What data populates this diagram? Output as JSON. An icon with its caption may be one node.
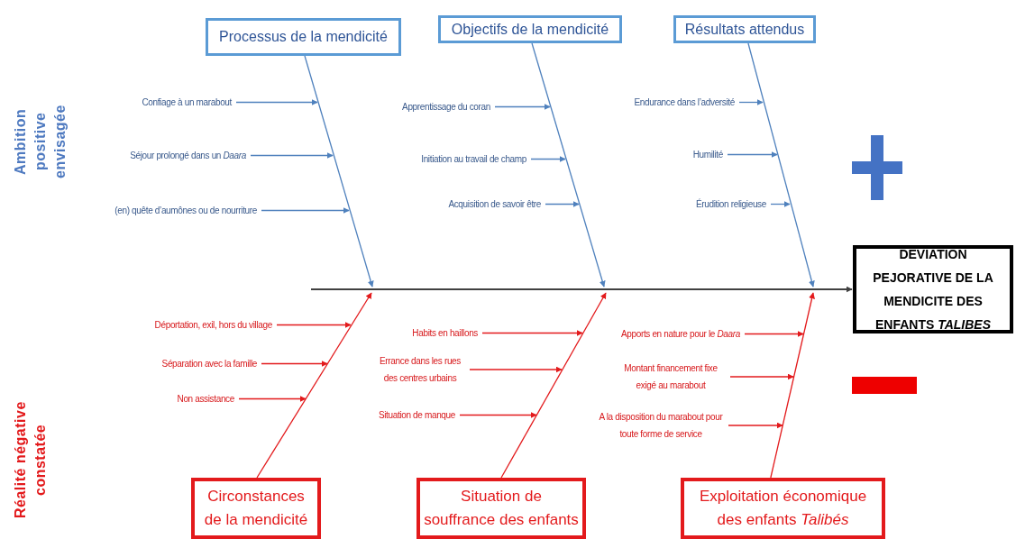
{
  "diagram": {
    "nodes": [
      {
        "text": [
          "Processus de la mendicité"
        ]
      },
      {
        "text": [
          "Objectifs de la mendicité"
        ]
      },
      {
        "text": [
          "Résultats attendus"
        ]
      },
      {
        "text": [
          "Confiage à un marabout"
        ]
      },
      {
        "text": [
          "Séjour prolongé dans un *Daara*"
        ]
      },
      {
        "text": [
          "(en) quête d’aumônes ou de nourriture"
        ]
      },
      {
        "text": [
          "Apprentissage du coran"
        ]
      },
      {
        "text": [
          "Initiation au travail de champ"
        ]
      },
      {
        "text": [
          "Acquisition de savoir être"
        ]
      },
      {
        "text": [
          "Endurance dans l’adversité"
        ]
      },
      {
        "text": [
          "Humilité"
        ]
      },
      {
        "text": [
          "Érudition religieuse"
        ]
      },
      {
        "text": [
          "DEVIATION PEJORATIVE DE LA MENDICITE DES ENFANTS *TALIBES*"
        ]
      },
      {
        "text": [
          "Déportation, exil, hors du village"
        ]
      },
      {
        "text": [
          "Séparation avec la famille"
        ]
      },
      {
        "text": [
          "Non assistance"
        ]
      },
      {
        "text": [
          "Habits en haillons"
        ]
      },
      {
        "text": [
          "Errance dans les rues des centres urbains"
        ]
      },
      {
        "text": [
          "Situation de manque"
        ]
      },
      {
        "text": [
          "Apports en nature pour le *Daara*"
        ]
      },
      {
        "text": [
          "Montant financement fixe exigé au marabout"
        ]
      },
      {
        "text": [
          "A la disposition du marabout pour toute forme de service"
        ]
      },
      {
        "text": [
          "Circonstances de la mendicité"
        ]
      },
      {
        "text": [
          "Situation de souffrance des enfants"
        ]
      },
      {
        "text": [
          "Exploitation économique des enfants *Talibés*"
        ]
      }
    ],
    "edges": [
      {
        "from": 0,
        "to": null,
        "arrow": "to"
      },
      {
        "from": 3,
        "to": null,
        "arrow": "to"
      },
      {
        "from": 4,
        "to": null,
        "arrow": "to"
      },
      {
        "from": 5,
        "to": null,
        "arrow": "to"
      },
      {
        "from": 1,
        "to": null,
        "arrow": "to"
      },
      {
        "from": 6,
        "to": null,
        "arrow": "to"
      },
      {
        "from": 7,
        "to": null,
        "arrow": "to"
      },
      {
        "from": 8,
        "to": null,
        "arrow": "to"
      },
      {
        "from": 2,
        "to": null,
        "arrow": "to"
      },
      {
        "from": 9,
        "to": null,
        "arrow": "to"
      },
      {
        "from": 10,
        "to": null,
        "arrow": "to"
      },
      {
        "from": 11,
        "to": null,
        "arrow": "to"
      },
      {
        "from": null,
        "to": 12,
        "arrow": "to",
        "color": "#404040"
      },
      {
        "from": 22,
        "to": null,
        "arrow": "to",
        "color": "#e31a1c"
      },
      {
        "from": 13,
        "to": null,
        "arrow": "to",
        "color": "#e31a1c"
      },
      {
        "from": 14,
        "to": null,
        "arrow": "to",
        "color": "#e31a1c"
      },
      {
        "from": 15,
        "to": null,
        "arrow": "to",
        "color": "#e31a1c"
      },
      {
        "from": 23,
        "to": null,
        "arrow": "to",
        "color": "#e31a1c"
      },
      {
        "from": 16,
        "to": null,
        "arrow": "to",
        "color": "#e31a1c"
      },
      {
        "from": 17,
        "to": null,
        "arrow": "to",
        "color": "#e31a1c"
      },
      {
        "from": 18,
        "to": null,
        "arrow": "to",
        "color": "#e31a1c"
      },
      {
        "from": 24,
        "to": null,
        "arrow": "to",
        "color": "#e31a1c"
      },
      {
        "from": 19,
        "to": null,
        "arrow": "to",
        "color": "#e31a1c"
      },
      {
        "from": 20,
        "to": null,
        "arrow": "to",
        "color": "#e31a1c"
      },
      {
        "from": 21,
        "to": null,
        "arrow": "to",
        "color": "#e31a1c"
      }
    ],
    "labels": [
      "Ambition positive envisagée",
      "Réalité négative constatée"
    ]
  }
}
